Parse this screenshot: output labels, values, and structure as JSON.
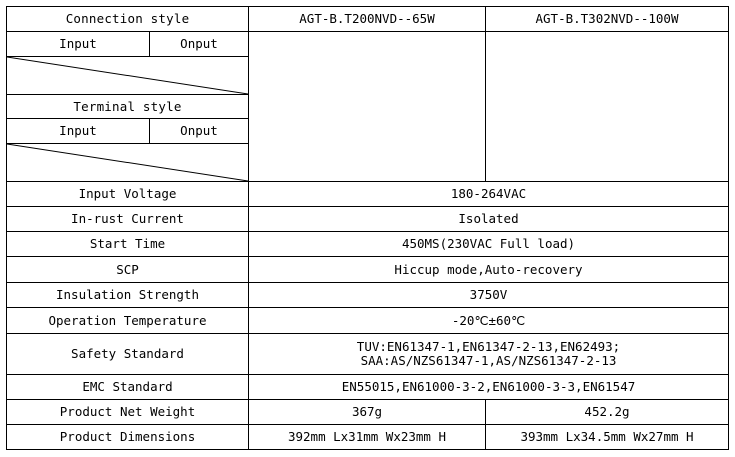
{
  "header": {
    "label": "Connection style",
    "models": [
      "AGT-B.T200NVD--65W",
      "AGT-B.T302NVD--100W"
    ]
  },
  "connection": {
    "input_label": "Input",
    "output_label": "Onput"
  },
  "terminal": {
    "title": "Terminal style",
    "input_label": "Input",
    "output_label": "Onput"
  },
  "specs": {
    "input_voltage": {
      "label": "Input Voltage",
      "value": "180-264VAC"
    },
    "inrush_current": {
      "label": "In-rust Current",
      "value": "Isolated"
    },
    "start_time": {
      "label": "Start Time",
      "value": "450MS(230VAC Full load)"
    },
    "scp": {
      "label": "SCP",
      "value": "Hiccup mode,Auto-recovery"
    },
    "insulation_strength": {
      "label": "Insulation Strength",
      "value": "3750V"
    },
    "operation_temperature": {
      "label": "Operation Temperature",
      "value": "-20℃±60℃"
    },
    "safety_standard": {
      "label": "Safety Standard",
      "line1": "TUV:EN61347-1,EN61347-2-13,EN62493;",
      "line2": "SAA:AS/NZS61347-1,AS/NZS61347-2-13"
    },
    "emc_standard": {
      "label": "EMC Standard",
      "value": "EN55015,EN61000-3-2,EN61000-3-3,EN61547"
    },
    "net_weight": {
      "label": "Product Net Weight",
      "values": [
        "367g",
        "452.2g"
      ]
    },
    "dimensions": {
      "label": "Product Dimensions",
      "values": [
        "392mm Lx31mm Wx23mm H",
        "393mm Lx34.5mm Wx27mm H"
      ]
    }
  }
}
